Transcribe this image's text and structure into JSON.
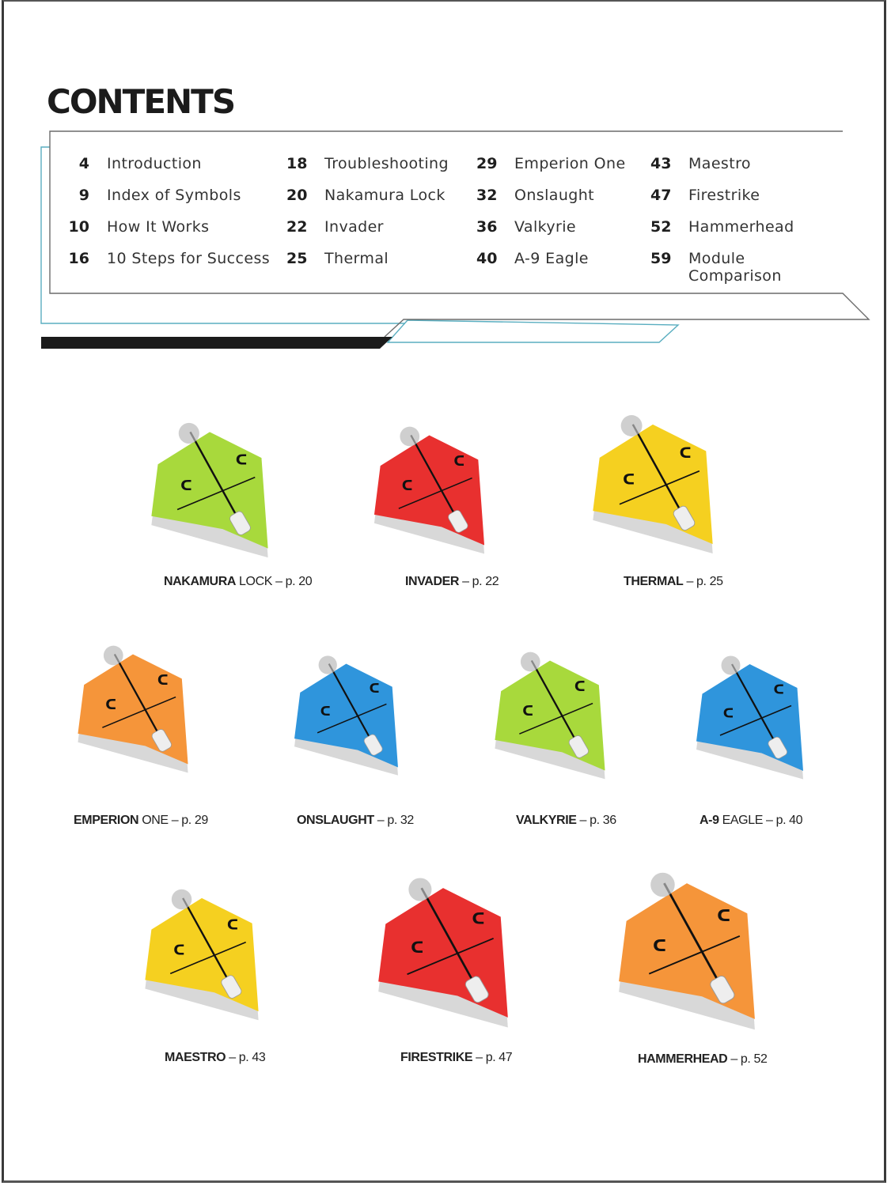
{
  "page": {
    "title": "CONTENTS"
  },
  "toc": {
    "columns": [
      [
        {
          "page": "4",
          "label": "Introduction"
        },
        {
          "page": "9",
          "label": "Index of Symbols"
        },
        {
          "page": "10",
          "label": "How It Works"
        },
        {
          "page": "16",
          "label": "10 Steps for Success"
        }
      ],
      [
        {
          "page": "18",
          "label": "Troubleshooting"
        },
        {
          "page": "20",
          "label": "Nakamura Lock"
        },
        {
          "page": "22",
          "label": "Invader"
        },
        {
          "page": "25",
          "label": "Thermal"
        }
      ],
      [
        {
          "page": "29",
          "label": "Emperion One"
        },
        {
          "page": "32",
          "label": "Onslaught"
        },
        {
          "page": "36",
          "label": "Valkyrie"
        },
        {
          "page": "40",
          "label": "A-9 Eagle"
        }
      ],
      [
        {
          "page": "43",
          "label": "Maestro"
        },
        {
          "page": "47",
          "label": "Firestrike"
        },
        {
          "page": "52",
          "label": "Hammerhead"
        },
        {
          "page": "59",
          "label": "Module Comparison"
        }
      ]
    ]
  },
  "gallery": {
    "planes": [
      {
        "name_bold": "NAKAMURA",
        "name_rest": " LOCK",
        "page_ref": " – p. 20",
        "color": "#a8d93c"
      },
      {
        "name_bold": "INVADER",
        "name_rest": "",
        "page_ref": " – p. 22",
        "color": "#e8302f"
      },
      {
        "name_bold": "THERMAL",
        "name_rest": "",
        "page_ref": " – p. 25",
        "color": "#f5d020"
      },
      {
        "name_bold": "EMPERION",
        "name_rest": " ONE",
        "page_ref": " – p. 29",
        "color": "#f5953a"
      },
      {
        "name_bold": "ONSLAUGHT",
        "name_rest": "",
        "page_ref": " – p. 32",
        "color": "#2f95dc"
      },
      {
        "name_bold": "VALKYRIE",
        "name_rest": "",
        "page_ref": " – p. 36",
        "color": "#a8d93c"
      },
      {
        "name_bold": "A-9",
        "name_rest": " EAGLE",
        "page_ref": " – p. 40",
        "color": "#2f95dc"
      },
      {
        "name_bold": "MAESTRO",
        "name_rest": "",
        "page_ref": " – p. 43",
        "color": "#f5d020"
      },
      {
        "name_bold": "FIRESTRIKE",
        "name_rest": "",
        "page_ref": " – p. 47",
        "color": "#e8302f"
      },
      {
        "name_bold": "HAMMERHEAD",
        "name_rest": "",
        "page_ref": " – p. 52",
        "color": "#f5953a"
      }
    ]
  },
  "colors": {
    "accent_teal": "#5aaec0",
    "frame_gray": "#6b6b6b",
    "bar_black": "#1b1b1b"
  }
}
